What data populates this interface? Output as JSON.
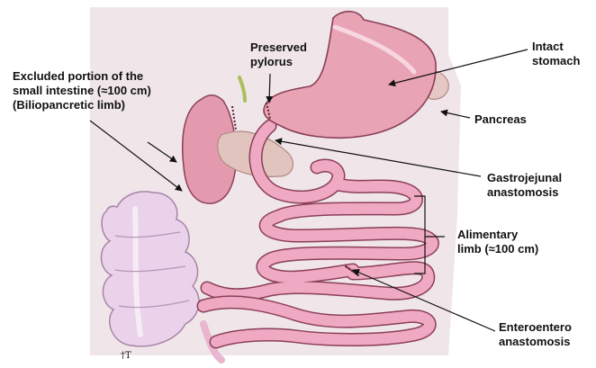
{
  "labels": {
    "preserved_pylorus": [
      "Preserved",
      "pylorus"
    ],
    "intact_stomach": [
      "Intact",
      "stomach"
    ],
    "excluded_portion": [
      "Excluded portion of the",
      "small intestine (≈100 cm)",
      "(Biliopancretic limb)"
    ],
    "pancreas": [
      "Pancreas"
    ],
    "gastrojejunal": [
      "Gastrojejunal",
      "anastomosis"
    ],
    "alimentary": [
      "Alimentary",
      "limb (≈100 cm)"
    ],
    "enteroentero": [
      "Enteroentero",
      "anastomosis"
    ]
  },
  "signature": "†T",
  "colors": {
    "stomach": "#e8a3b4",
    "bowel": "#f0a9c2",
    "colon": "#e9d2ea",
    "backdrop": "#ede2e6",
    "pancreas": "#e0c4bd",
    "outline": "#8a3f58",
    "arrow": "#111111"
  }
}
